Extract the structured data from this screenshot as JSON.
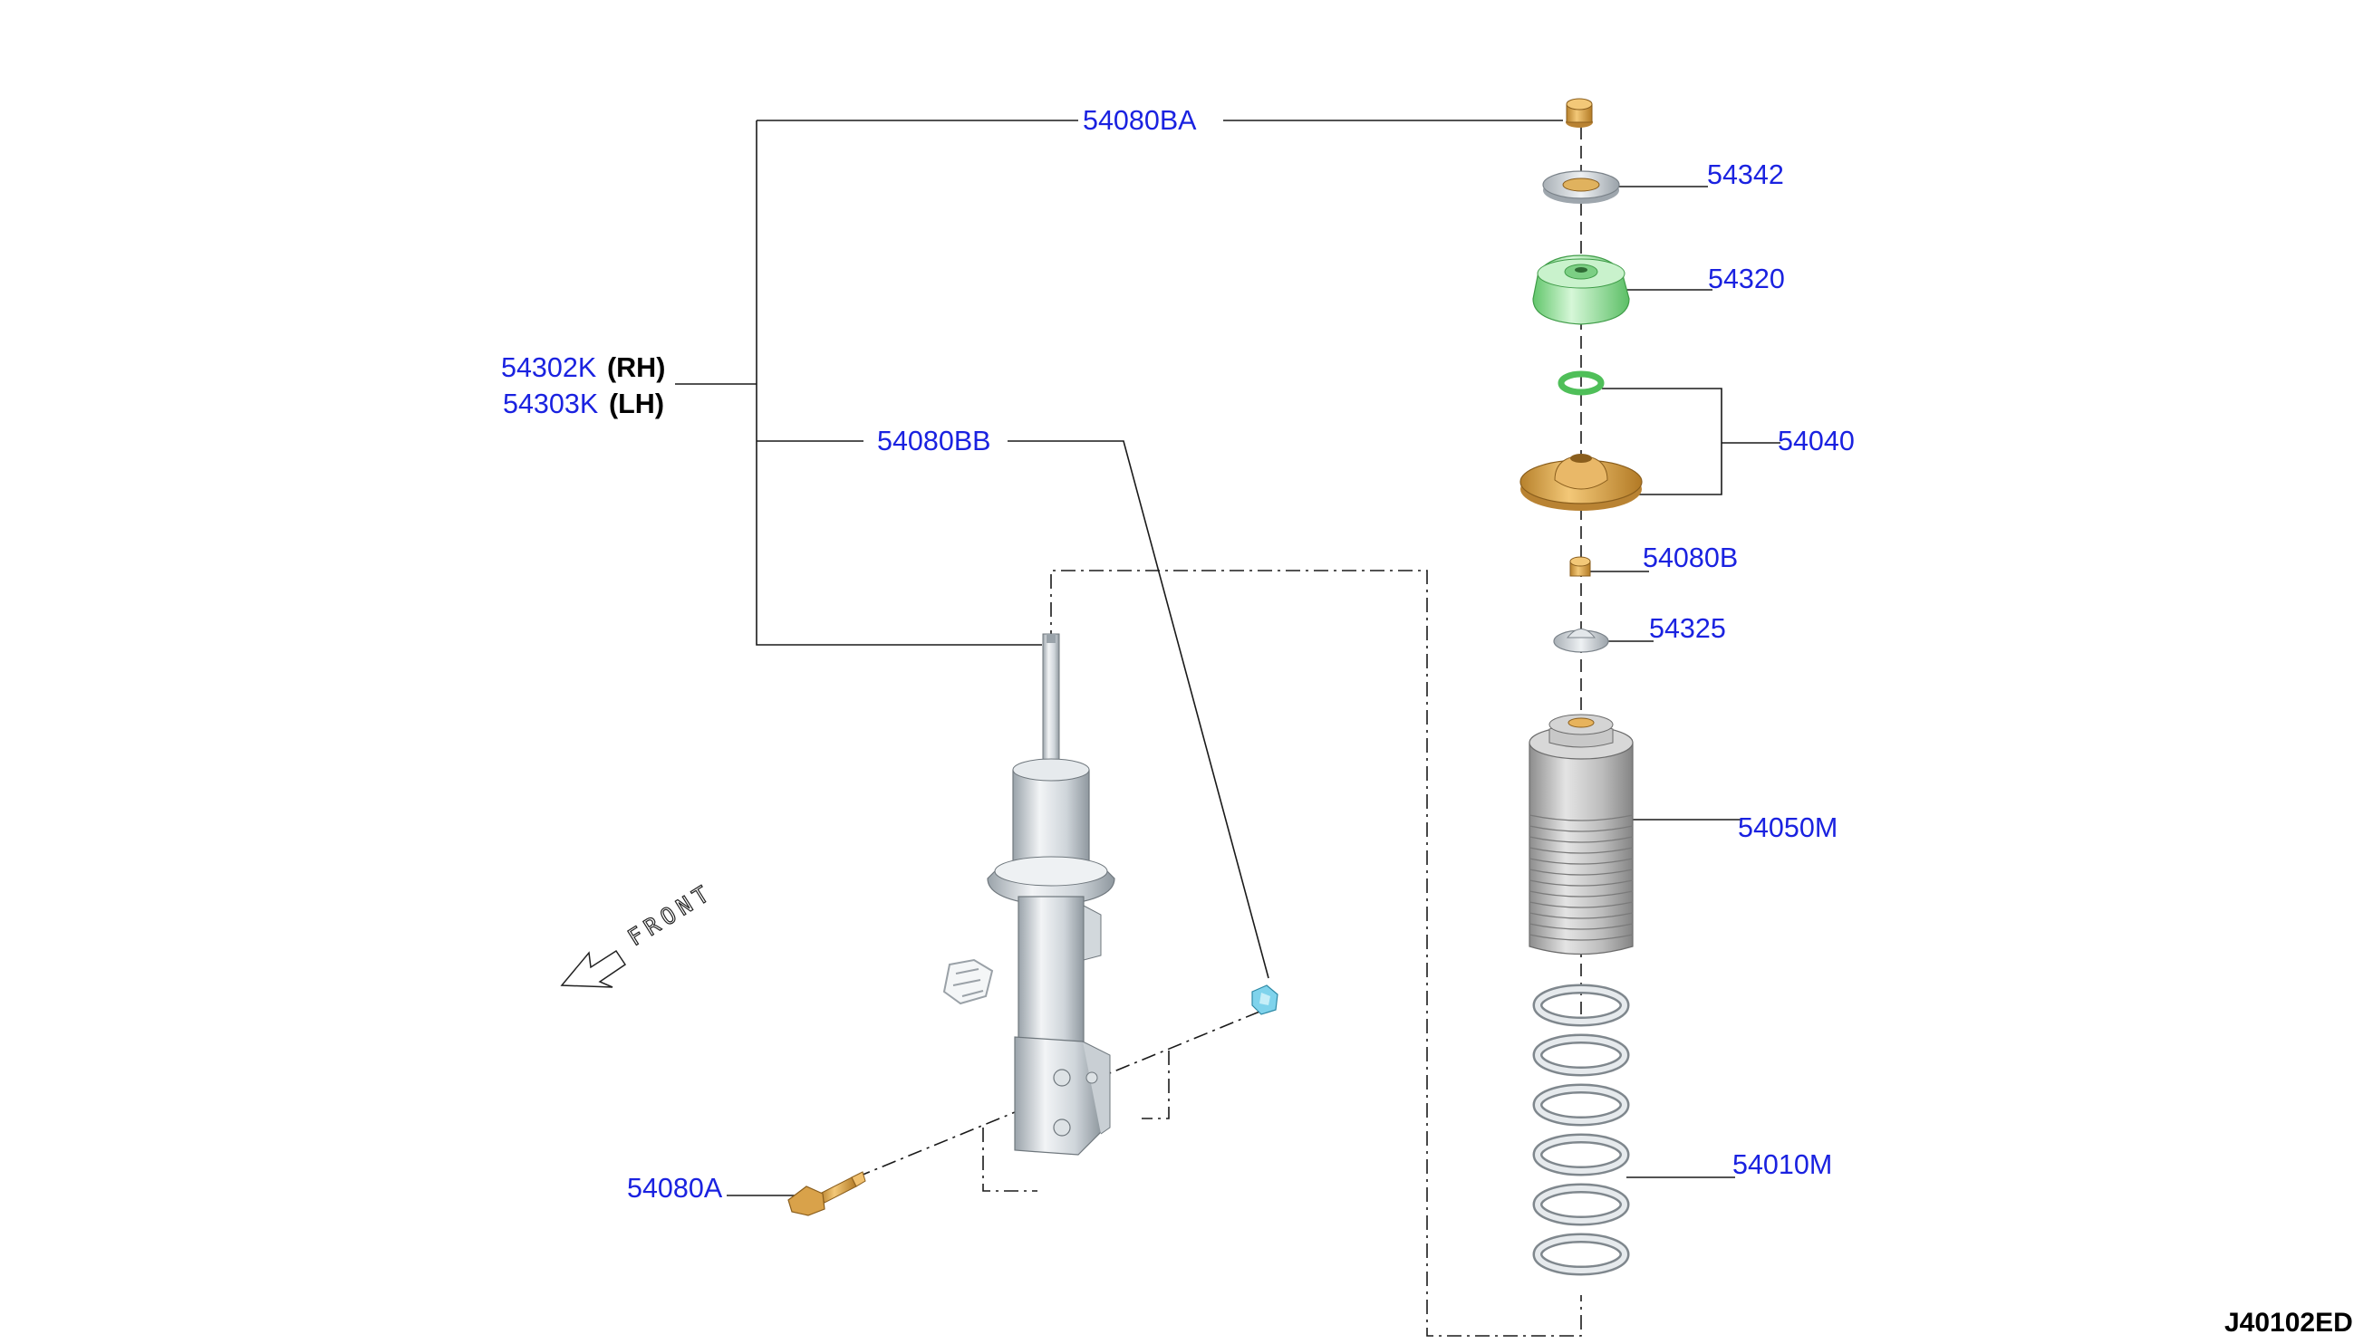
{
  "drawing_code": "J40102ED",
  "front_label": "FRONT",
  "part_labels": {
    "nut_top": "54080BA",
    "bearing_seat": "54342",
    "mount_insulator": "54320",
    "mount_kit": "54040",
    "nut_small": "54080B",
    "bound_bumper_seat": "54325",
    "dust_boot": "54050M",
    "coil_spring": "54010M",
    "strut_rh_number": "54302K",
    "strut_rh_side": "(RH)",
    "strut_lh_number": "54303K",
    "strut_lh_side": "(LH)",
    "knuckle_nut": "54080BB",
    "knuckle_bolt": "54080A"
  },
  "colors": {
    "label_blue": "#1a22e0",
    "strut_grey": "#cfd5da",
    "nut_gold": "#d9a24a",
    "insulator_green": "#9fe3a4",
    "nut_cyan": "#7fd3ec",
    "boot_grey": "#bdbdbd",
    "spring_grey": "#c4ccd2"
  },
  "icons": [
    "front-arrow-icon"
  ]
}
